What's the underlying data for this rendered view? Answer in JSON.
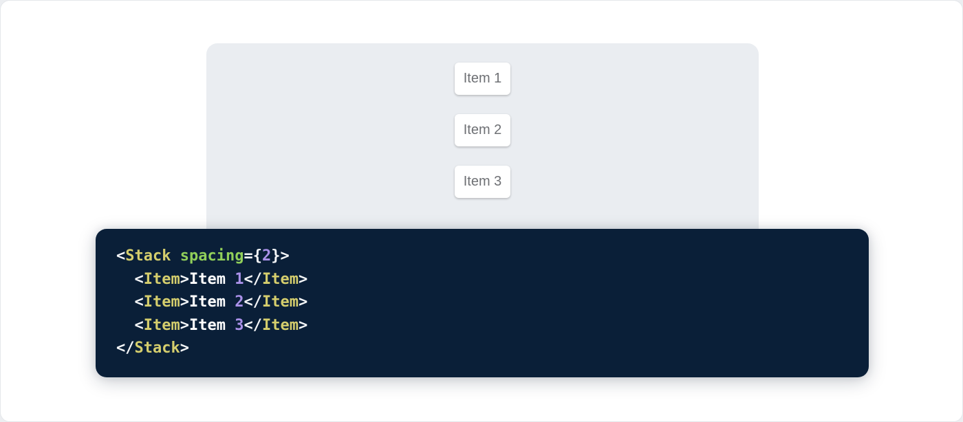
{
  "stack_demo": {
    "items": [
      "Item 1",
      "Item 2",
      "Item 3"
    ]
  },
  "code_block": {
    "language": "jsx",
    "source": "<Stack spacing={2}>\n  <Item>Item 1</Item>\n  <Item>Item 2</Item>\n  <Item>Item 3</Item>\n</Stack>",
    "lines": [
      [
        {
          "c": "punctuation",
          "t": "<"
        },
        {
          "c": "tag",
          "t": "Stack"
        },
        {
          "c": "plain",
          "t": " "
        },
        {
          "c": "attr_name",
          "t": "spacing"
        },
        {
          "c": "punctuation",
          "t": "={"
        },
        {
          "c": "number",
          "t": "2"
        },
        {
          "c": "punctuation",
          "t": "}>"
        }
      ],
      [
        {
          "c": "plain",
          "t": "  "
        },
        {
          "c": "punctuation",
          "t": "<"
        },
        {
          "c": "tag",
          "t": "Item"
        },
        {
          "c": "punctuation",
          "t": ">"
        },
        {
          "c": "plain",
          "t": "Item "
        },
        {
          "c": "number",
          "t": "1"
        },
        {
          "c": "punctuation",
          "t": "</"
        },
        {
          "c": "tag",
          "t": "Item"
        },
        {
          "c": "punctuation",
          "t": ">"
        }
      ],
      [
        {
          "c": "plain",
          "t": "  "
        },
        {
          "c": "punctuation",
          "t": "<"
        },
        {
          "c": "tag",
          "t": "Item"
        },
        {
          "c": "punctuation",
          "t": ">"
        },
        {
          "c": "plain",
          "t": "Item "
        },
        {
          "c": "number",
          "t": "2"
        },
        {
          "c": "punctuation",
          "t": "</"
        },
        {
          "c": "tag",
          "t": "Item"
        },
        {
          "c": "punctuation",
          "t": ">"
        }
      ],
      [
        {
          "c": "plain",
          "t": "  "
        },
        {
          "c": "punctuation",
          "t": "<"
        },
        {
          "c": "tag",
          "t": "Item"
        },
        {
          "c": "punctuation",
          "t": ">"
        },
        {
          "c": "plain",
          "t": "Item "
        },
        {
          "c": "number",
          "t": "3"
        },
        {
          "c": "punctuation",
          "t": "</"
        },
        {
          "c": "tag",
          "t": "Item"
        },
        {
          "c": "punctuation",
          "t": ">"
        }
      ],
      [
        {
          "c": "punctuation",
          "t": "</"
        },
        {
          "c": "tag",
          "t": "Stack"
        },
        {
          "c": "punctuation",
          "t": ">"
        }
      ]
    ]
  },
  "colors": {
    "canvas_bg": "#eceef1",
    "page_bg": "#ffffff",
    "page_border": "#e4e7ea",
    "panel_bg": "#eaedf1",
    "item_bg": "#ffffff",
    "item_text": "#6e7074",
    "code_bg": "#0a1f38",
    "token_plain": "#ffffff",
    "token_tag": "#d5ce6d",
    "token_attr_name": "#91cf5a",
    "token_number": "#aa91e9",
    "token_punctuation": "#f4f6f8"
  }
}
